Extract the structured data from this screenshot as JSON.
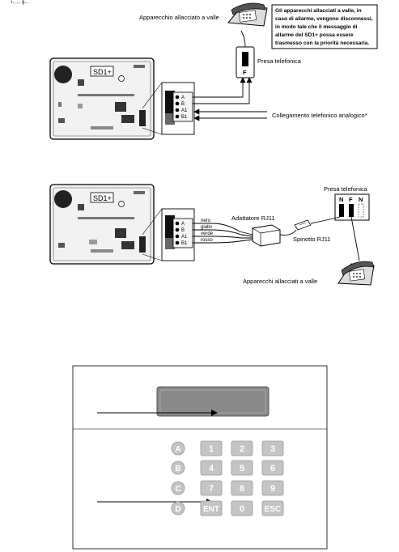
{
  "top_fragment": "i, ..., g...",
  "diagram1": {
    "phone_label": "Apparecchio allacciato a valle",
    "note_lines": [
      "Gli apparecchi allacciati a valle, in",
      "caso di allarme, vengono disconnessi,",
      "in modo tale che il messaggio di",
      "allarme del SD1+ possa essere",
      "trasmesso con la priorità necessaria."
    ],
    "socket_label": "Presa telefonica",
    "socket_letter": "F",
    "line_label": "Collegamento telefonico analogico*",
    "board_label": "SD1+",
    "terminal_letters": [
      "A",
      "B",
      "A1",
      "B1"
    ]
  },
  "diagram2": {
    "board_label": "SD1+",
    "adapter_label": "Adattatore RJ11",
    "socket_label": "Presa telefonica",
    "socket_letters": [
      "N",
      "F",
      "N"
    ],
    "plug_label": "Spinotto RJ11",
    "phone_label": "Apparecchi allacciati a valle",
    "wire_labels": [
      "nero",
      "giallo",
      "verde",
      "rosso"
    ],
    "terminal_letters": [
      "A",
      "B",
      "A1",
      "B1"
    ]
  },
  "keypad": {
    "side_keys": [
      "A",
      "B",
      "C",
      "D"
    ],
    "rows": [
      [
        "1",
        "2",
        "3"
      ],
      [
        "4",
        "5",
        "6"
      ],
      [
        "7",
        "8",
        "9"
      ],
      [
        "ENT",
        "0",
        "ESC"
      ]
    ]
  }
}
